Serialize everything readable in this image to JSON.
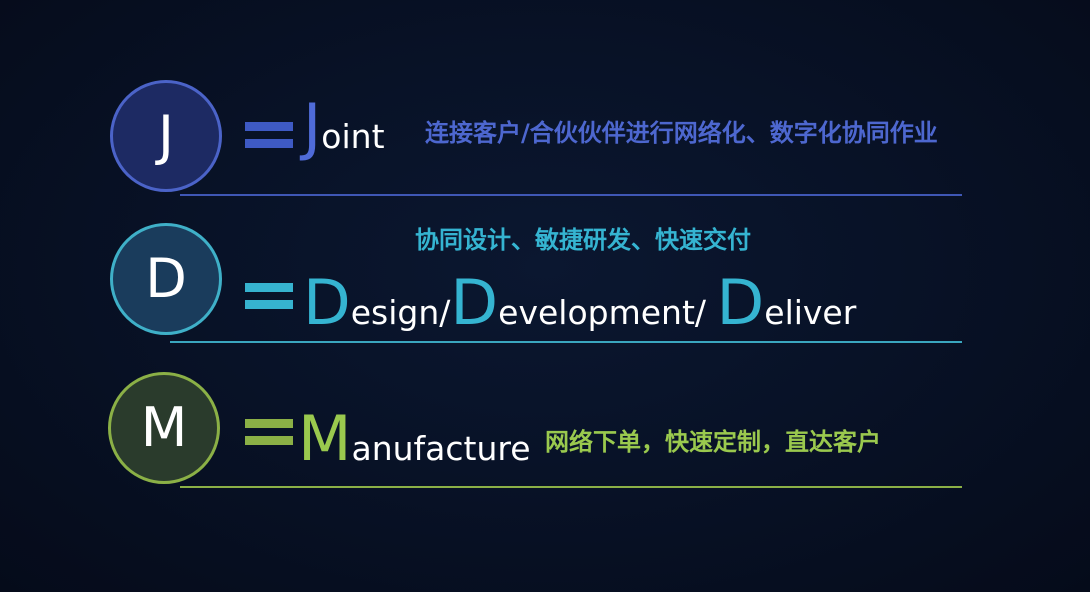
{
  "colors": {
    "background": "#060d1e",
    "joint_accent": "#4f6bd8",
    "design_accent": "#35b4d1",
    "manufacture_accent": "#9ac94e"
  },
  "rows": {
    "joint": {
      "letter": "J",
      "word_initial": "J",
      "word_rest": "oint",
      "description": "连接客户/合伙伙伴进行网络化、数字化协同作业"
    },
    "design": {
      "letter": "D",
      "description": "协同设计、敏捷研发、快速交付",
      "parts": [
        {
          "initial": "D",
          "rest": "esign/"
        },
        {
          "initial": "D",
          "rest": "evelopment/ "
        },
        {
          "initial": "D",
          "rest": "eliver"
        }
      ]
    },
    "manufacture": {
      "letter": "M",
      "word_initial": "M",
      "word_rest": "anufacture",
      "description": "网络下单，快速定制，直达客户"
    }
  }
}
